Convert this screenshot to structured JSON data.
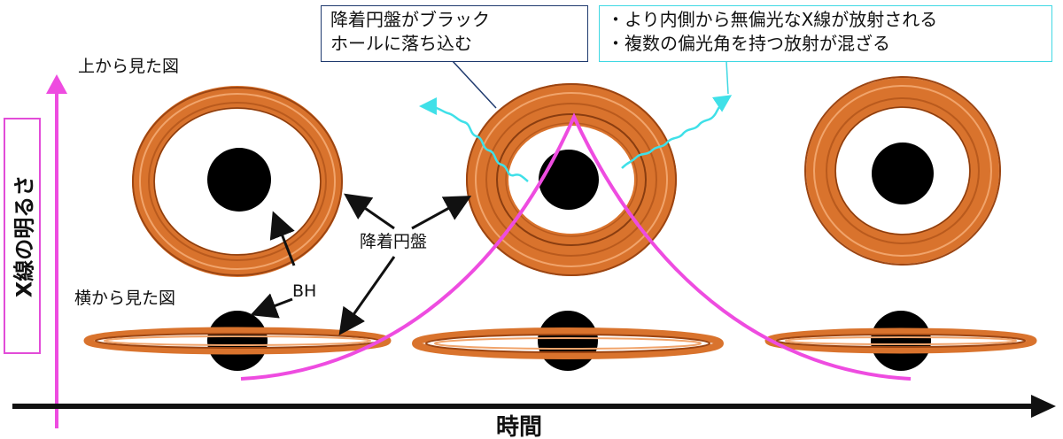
{
  "labels": {
    "top_view": "上から見た図",
    "side_view": "横から見た図",
    "disk": "降着円盤",
    "bh": "BH",
    "y_axis": "X線の明るさ",
    "x_axis": "時間"
  },
  "callout_left": {
    "line1": "降着円盤がブラック",
    "line2": "ホールに落ち込む"
  },
  "callout_right": {
    "bullets": [
      "・より内側から無偏光なX線が放射される",
      "・複数の偏光角を持つ放射が混ざる"
    ]
  },
  "colors": {
    "disk": "#d9732d",
    "disk_dark": "#9c4512",
    "curve": "#ee4ce0",
    "axis": "#111111",
    "wave": "#3fe0e8",
    "callout_left_border": "#1f3a6e",
    "callout_right_border": "#3fd8e3"
  }
}
